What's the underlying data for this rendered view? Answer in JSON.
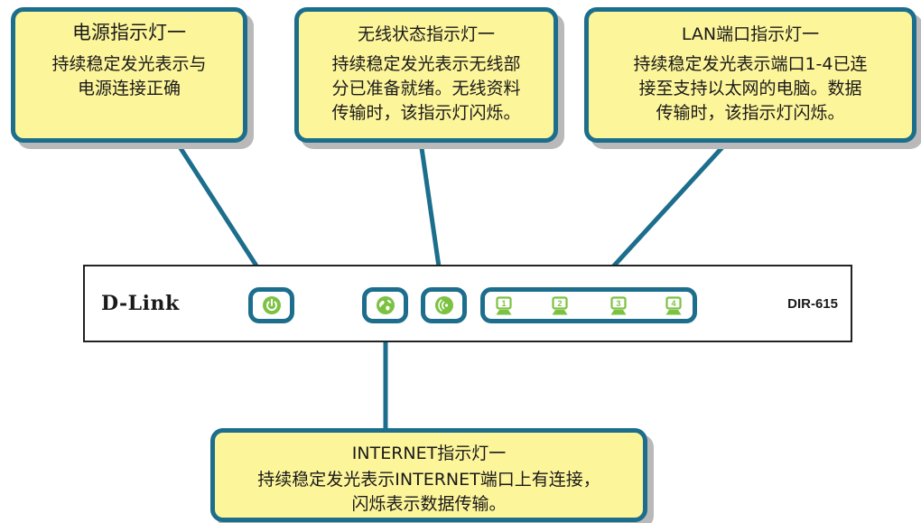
{
  "callouts": {
    "power": {
      "title": "电源指示灯一",
      "lines": [
        "持续稳定发光表示与",
        "电源连接正确"
      ]
    },
    "wireless": {
      "title": "无线状态指示灯一",
      "lines": [
        "持续稳定发光表示无线部",
        "分已准备就绪。无线资料",
        "传输时，该指示灯闪烁。"
      ]
    },
    "lan": {
      "title": "LAN端口指示灯一",
      "lines": [
        "持续稳定发光表示端口1-4已连",
        "接至支持以太网的电脑。数据",
        "传输时，该指示灯闪烁。"
      ]
    },
    "internet": {
      "title": "INTERNET指示灯一",
      "lines": [
        "持续稳定发光表示INTERNET端口上有连接，",
        "闪烁表示数据传输。"
      ]
    }
  },
  "device": {
    "brand": "D-Link",
    "model": "DIR-615",
    "leds": {
      "power_icon": "power-icon",
      "internet_icon": "globe-icon",
      "wireless_icon": "wireless-signal-icon",
      "lan_icon": "computer-port-icon",
      "lan_ports": [
        "1",
        "2",
        "3",
        "4"
      ]
    }
  },
  "colors": {
    "callout_fill": "#fdf59a",
    "frame_blue": "#1c6e8c",
    "led_green": "#7cc242",
    "shadow": "#b9b9b9"
  }
}
